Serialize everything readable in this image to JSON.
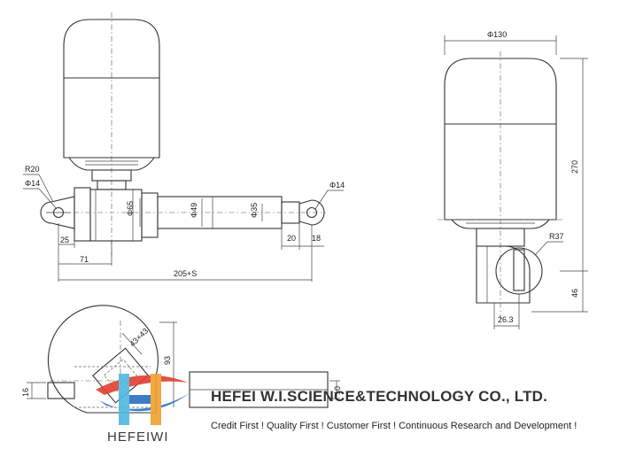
{
  "front_view": {
    "dim_r20": "R20",
    "dim_phi14_left": "Φ14",
    "dim_phi14_right": "Φ14",
    "dim_phi65": "Φ65",
    "dim_phi49": "Φ49",
    "dim_phi35": "Φ35",
    "dim_25": "25",
    "dim_71": "71",
    "dim_20": "20",
    "dim_18": "18",
    "dim_205s": "205+S"
  },
  "side_view": {
    "dim_phi130": "Φ130",
    "dim_270": "270",
    "dim_r37": "R37",
    "dim_46": "46",
    "dim_26_3": "26.3"
  },
  "bottom_view": {
    "dim_43x43": "43×43",
    "dim_93": "93",
    "dim_16": "16",
    "dim_10": "10"
  },
  "branding": {
    "company_name": "HEFEI W.I.SCIENCE&TECHNOLOGY CO., LTD.",
    "slogan": "Credit First ! Quality First ! Customer First ! Continuous Research and Development !",
    "brand_name": "HEFEIWI",
    "logo_colors": {
      "blue": "#2a6fc0",
      "cyan": "#4fb8e0",
      "orange": "#f0a030",
      "red": "#e04030"
    }
  }
}
